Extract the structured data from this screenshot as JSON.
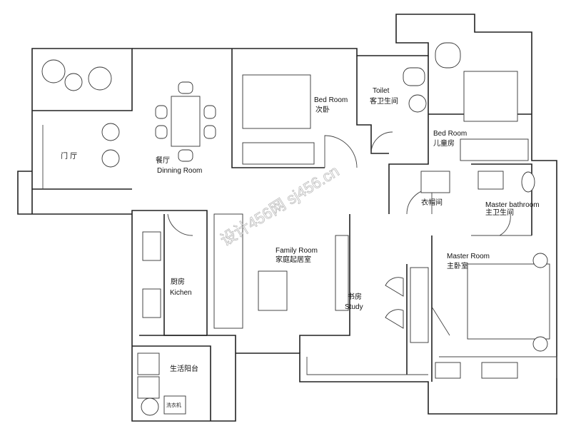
{
  "rooms": {
    "entry": {
      "zh": "门 厅"
    },
    "dining": {
      "zh": "餐厅",
      "en": "Dinning Room"
    },
    "second_bedroom": {
      "en": "Bed Room",
      "zh": "次卧"
    },
    "guest_toilet": {
      "en": "Toilet",
      "zh": "客卫生间"
    },
    "kids_room": {
      "en": "Bed Room",
      "zh": "儿童房"
    },
    "walk_in_closet": {
      "zh": "衣帽间"
    },
    "master_bathroom": {
      "en": "Master bathroom",
      "zh": "主卫生间"
    },
    "master_room": {
      "en": "Master Room",
      "zh": "主卧室"
    },
    "family_room": {
      "en": "Family Room",
      "zh": "家庭起居室"
    },
    "study": {
      "zh": "书房",
      "en": "Study"
    },
    "kitchen": {
      "zh": "厨房",
      "en": "Kichen"
    },
    "utility_balcony": {
      "zh": "生活阳台"
    }
  },
  "appliances": {
    "washer": "洗衣机"
  },
  "watermark": "设计456网 sj456.cn"
}
